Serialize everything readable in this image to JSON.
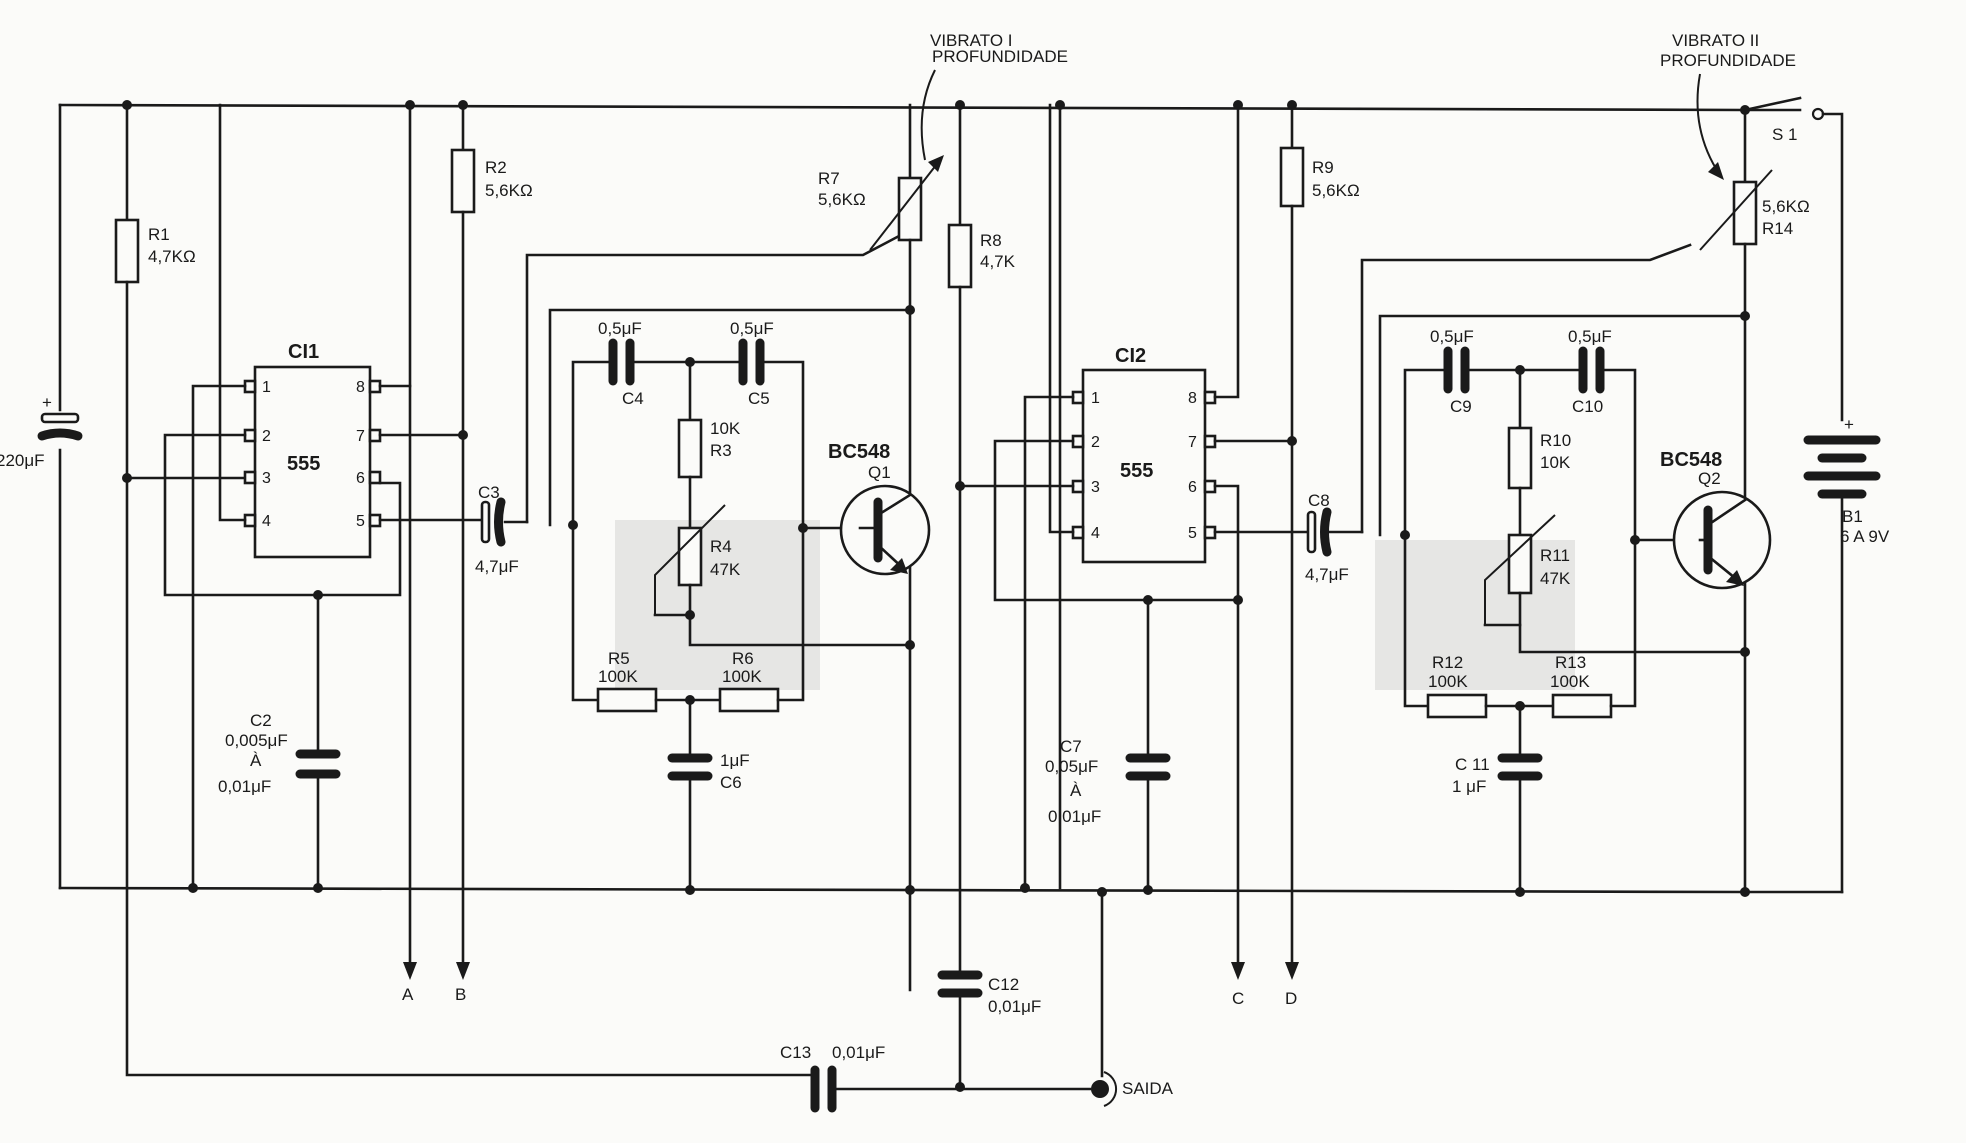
{
  "labels": {
    "vib1_l1": "VIBRATO I",
    "vib1_l2": "PROFUNDIDADE",
    "vib2_l1": "VIBRATO II",
    "vib2_l2": "PROFUNDIDADE",
    "cap_220": "220μF",
    "r1": "R1",
    "r1v": "4,7KΩ",
    "r2": "R2",
    "r2v": "5,6KΩ",
    "ci1": "CI1",
    "ci1_type": "555",
    "c2": "C2",
    "c2v1": "0,005μF",
    "c2v2": "À",
    "c2v3": "0,01μF",
    "c3": "C3",
    "c3v": "4,7μF",
    "c4v": "0,5μF",
    "c4": "C4",
    "c5v": "0,5μF",
    "c5": "C5",
    "r3v": "10K",
    "r3": "R3",
    "r4": "R4",
    "r4v": "47K",
    "r5": "R5",
    "r5v": "100K",
    "r6": "R6",
    "r6v": "100K",
    "c6v": "1μF",
    "c6": "C6",
    "r7": "R7",
    "r7v": "5,6KΩ",
    "r8": "R8",
    "r8v": "4,7K",
    "q1_type": "BC548",
    "q1": "Q1",
    "ci2": "CI2",
    "ci2_type": "555",
    "r9": "R9",
    "r9v": "5,6KΩ",
    "c7": "C7",
    "c7v1": "0,05μF",
    "c7v2": "À",
    "c7v3": "0,01μF",
    "c8": "C8",
    "c8v": "4,7μF",
    "c9v": "0,5μF",
    "c9": "C9",
    "c10v": "0,5μF",
    "c10": "C10",
    "r10": "R10",
    "r10v": "10K",
    "r11": "R11",
    "r11v": "47K",
    "r12": "R12",
    "r12v": "100K",
    "r13": "R13",
    "r13v": "100K",
    "c11": "C 11",
    "c11v": "1 μF",
    "q2_type": "BC548",
    "q2": "Q2",
    "r14v": "5,6KΩ",
    "r14": "R14",
    "s1": "S 1",
    "b1": "B1",
    "b1v": "6 A 9V",
    "c12": "C12",
    "c12v": "0,01μF",
    "c13": "C13",
    "c13v": "0,01μF",
    "saida": "SAIDA",
    "out_a": "A",
    "out_b": "B",
    "out_c": "C",
    "out_d": "D",
    "plus": "+",
    "pins": [
      "1",
      "2",
      "3",
      "4",
      "5",
      "6",
      "7",
      "8"
    ]
  }
}
